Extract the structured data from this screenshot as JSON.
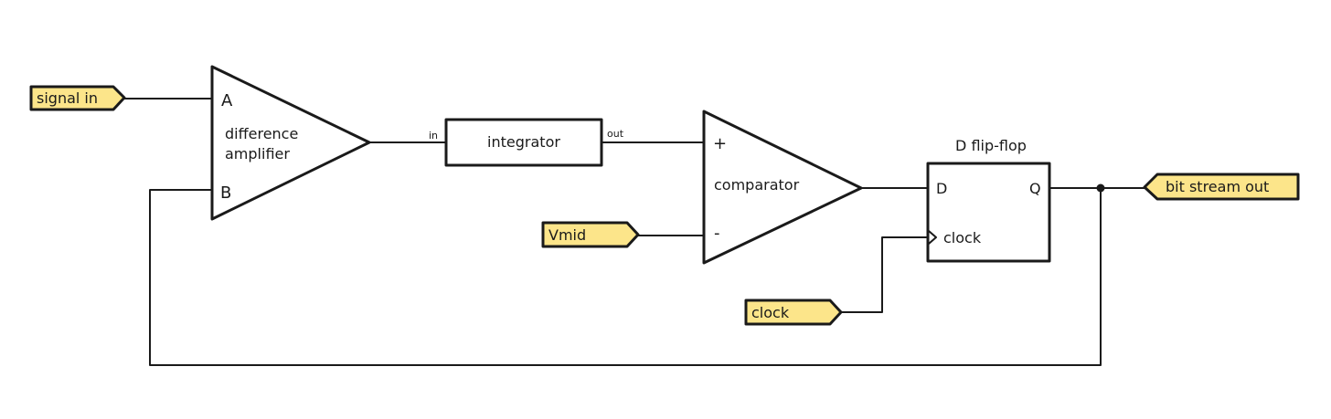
{
  "diagram": {
    "inputs": {
      "signal_in": "signal in",
      "vmid": "Vmid",
      "clock": "clock"
    },
    "output": "bit stream out",
    "difference_amplifier": {
      "label_line1": "difference",
      "label_line2": "amplifier",
      "pin_a": "A",
      "pin_b": "B"
    },
    "integrator": {
      "label": "integrator",
      "pin_in": "in",
      "pin_out": "out"
    },
    "comparator": {
      "label": "comparator",
      "pin_plus": "+",
      "pin_minus": "-"
    },
    "flip_flop": {
      "title": "D flip-flop",
      "pin_d": "D",
      "pin_q": "Q",
      "pin_clock": "clock"
    }
  },
  "colors": {
    "tag_fill": "#fce58a",
    "stroke": "#1a1a1a",
    "background": "#ffffff"
  }
}
